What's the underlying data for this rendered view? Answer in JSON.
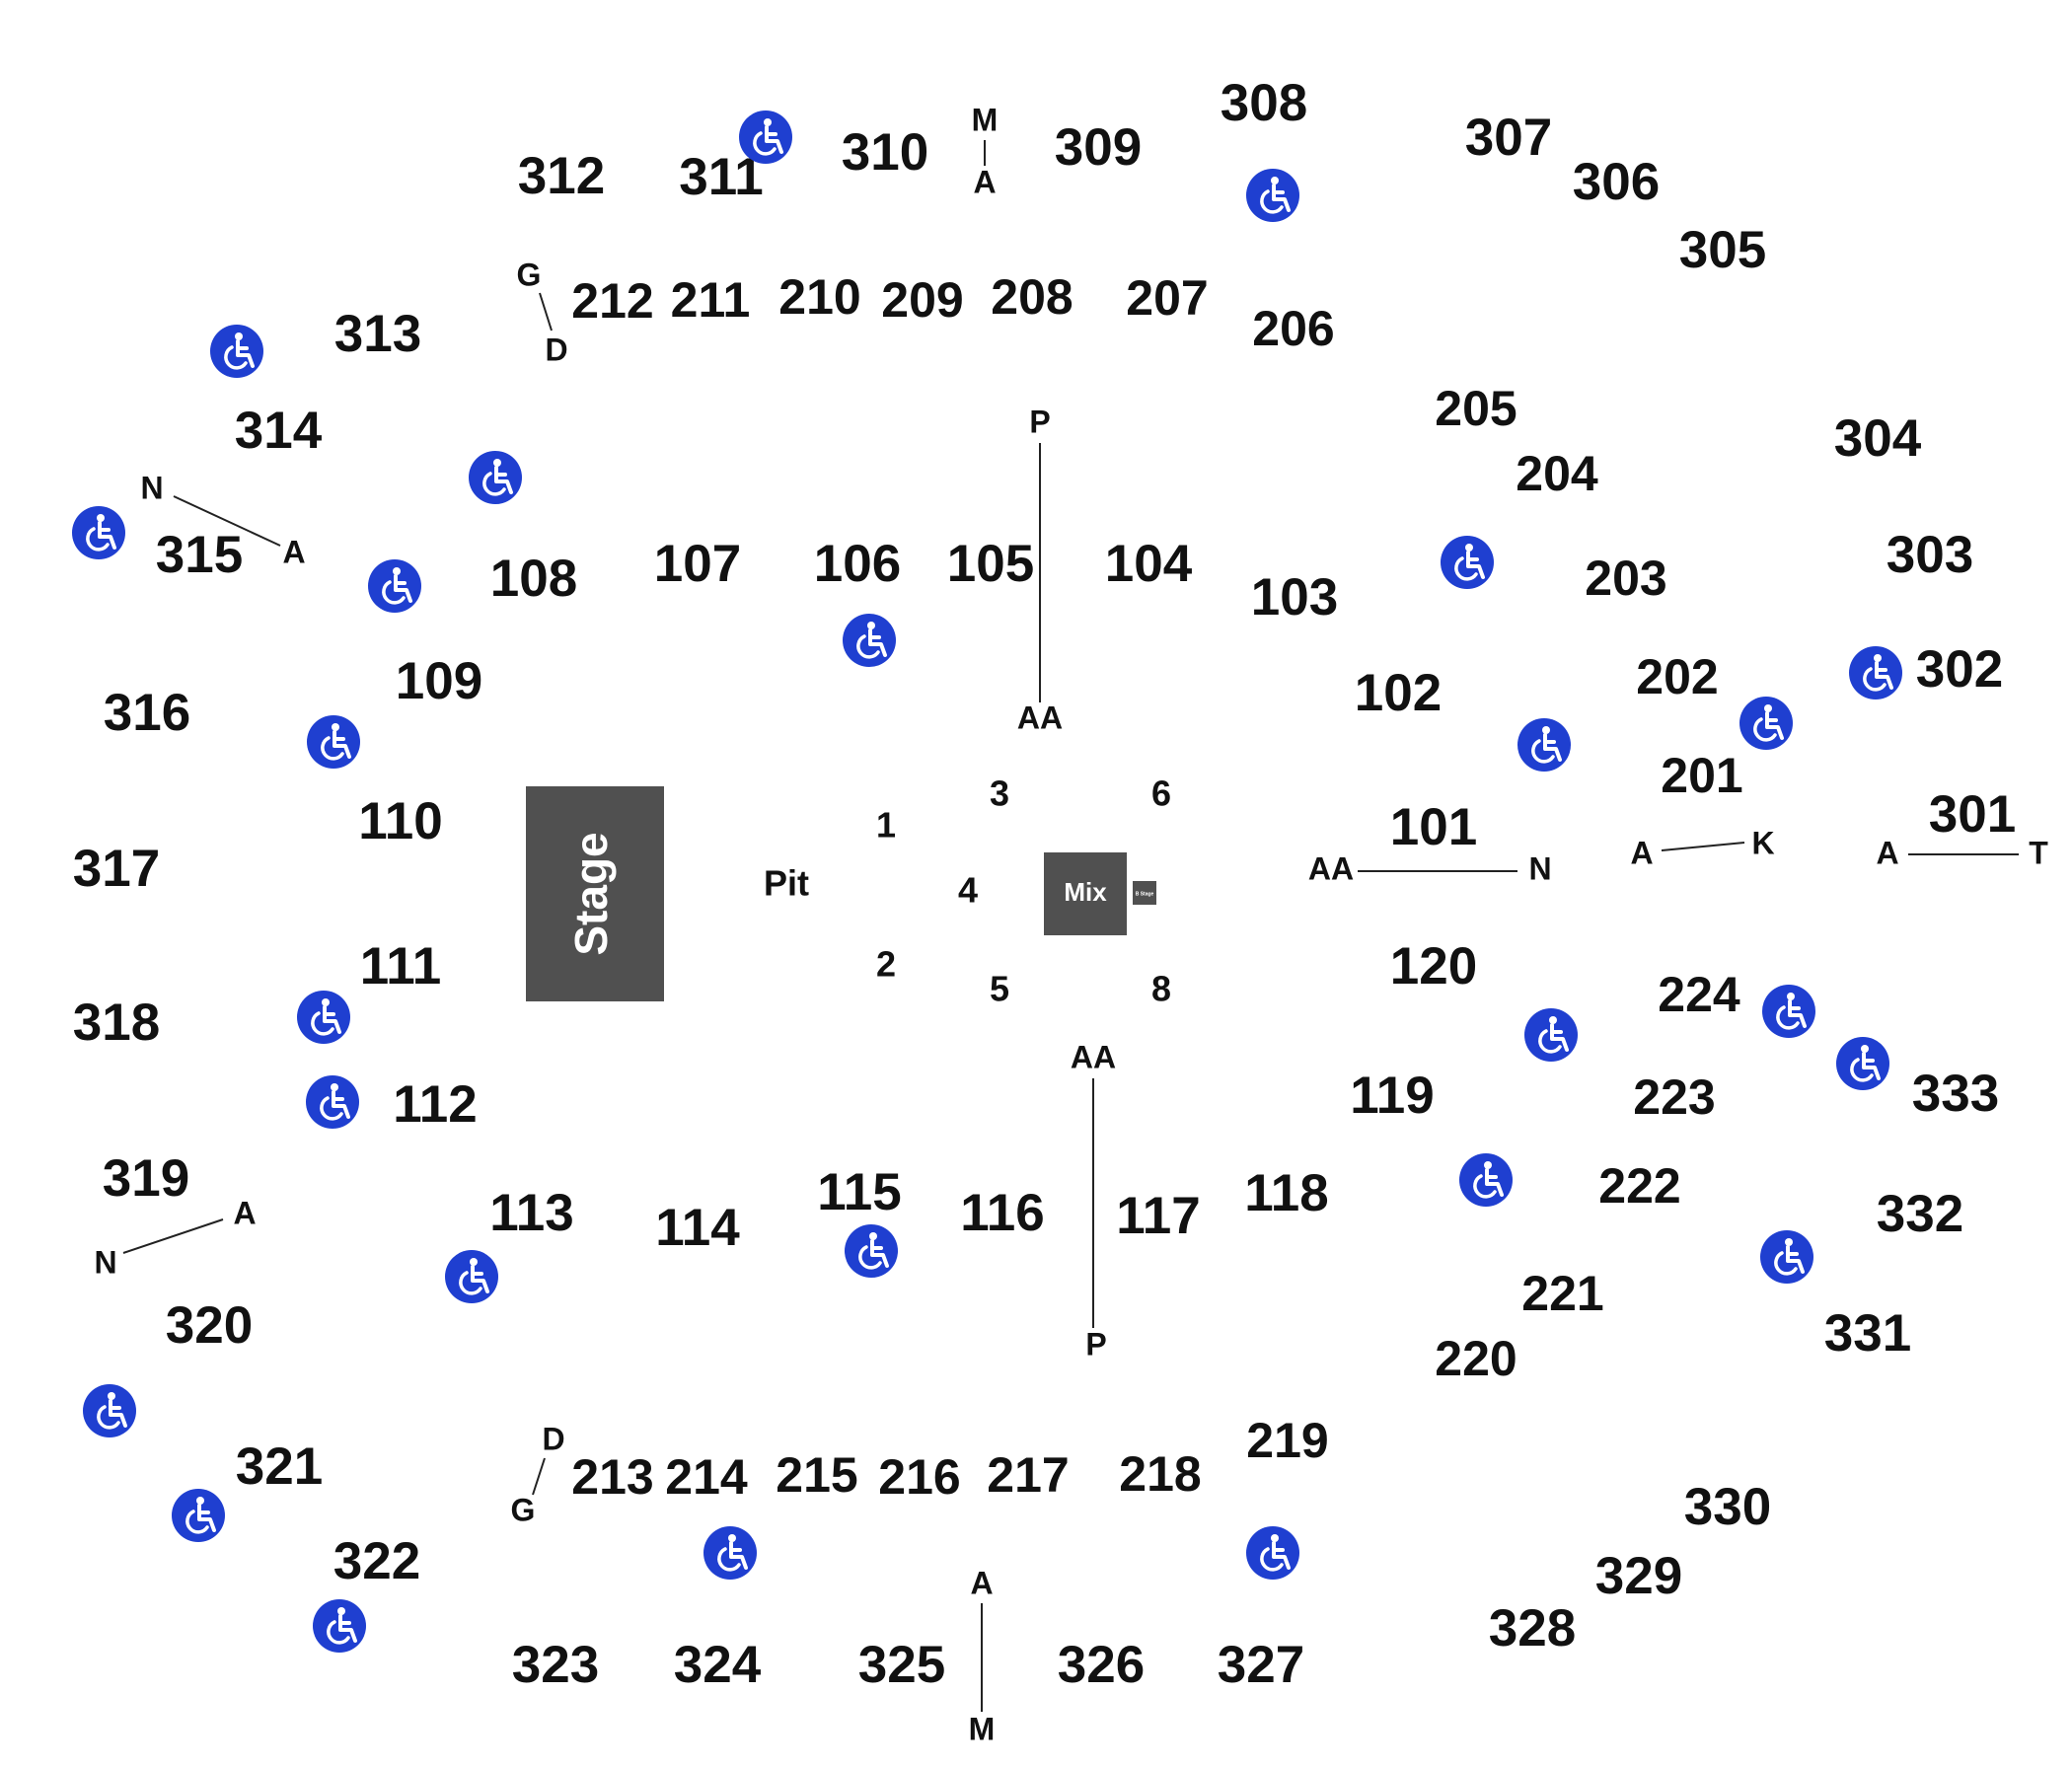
{
  "colors": {
    "background": "#ffffff",
    "text": "#111111",
    "stage": "#505050",
    "accessible": "#1f3fd0"
  },
  "stage": {
    "label": "Stage"
  },
  "mix": {
    "label": "Mix"
  },
  "b_stage": {
    "label": "B Stage"
  },
  "pit": {
    "label": "Pit"
  },
  "pit_sections": [
    "1",
    "2",
    "3",
    "4",
    "5",
    "6",
    "8"
  ],
  "sections_100": [
    "101",
    "102",
    "103",
    "104",
    "105",
    "106",
    "107",
    "108",
    "109",
    "110",
    "111",
    "112",
    "113",
    "114",
    "115",
    "116",
    "117",
    "118",
    "119",
    "120"
  ],
  "sections_200": [
    "201",
    "202",
    "203",
    "204",
    "205",
    "206",
    "207",
    "208",
    "209",
    "210",
    "211",
    "212",
    "213",
    "214",
    "215",
    "216",
    "217",
    "218",
    "219",
    "220",
    "221",
    "222",
    "223",
    "224"
  ],
  "sections_300": [
    "301",
    "302",
    "303",
    "304",
    "305",
    "306",
    "307",
    "308",
    "309",
    "310",
    "311",
    "312",
    "313",
    "314",
    "315",
    "316",
    "317",
    "318",
    "319",
    "320",
    "321",
    "322",
    "323",
    "324",
    "325",
    "326",
    "327",
    "328",
    "329",
    "330",
    "331",
    "332",
    "333"
  ],
  "row_labels": {
    "top_ma": [
      "M",
      "A"
    ],
    "bottom_am": [
      "A",
      "M"
    ],
    "floor_top_paa": [
      "P",
      "AA"
    ],
    "floor_bottom_aap": [
      "AA",
      "P"
    ],
    "floor_right_aan": [
      "AA",
      "N"
    ],
    "gd_top": [
      "G",
      "D"
    ],
    "dg_bottom": [
      "D",
      "G"
    ],
    "na_left": [
      "N",
      "A"
    ],
    "an_left": [
      "A",
      "N"
    ],
    "ak_right": [
      "A",
      "K"
    ],
    "at_right": [
      "A",
      "T"
    ]
  },
  "accessible_icon": "wheelchair-icon"
}
